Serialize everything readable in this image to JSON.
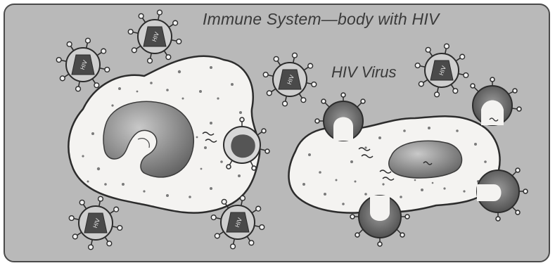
{
  "figure": {
    "title": "Immune System—body with HIV",
    "virus_label": "HIV Virus",
    "virus_inner_text": "HIV"
  },
  "colors": {
    "panel": "#b9b9b9",
    "cell_body": "#f4f3f1",
    "nucleus": "#7a7a7a",
    "virus_capsid": "#4a4a4a",
    "outline": "#2c2c2c"
  }
}
